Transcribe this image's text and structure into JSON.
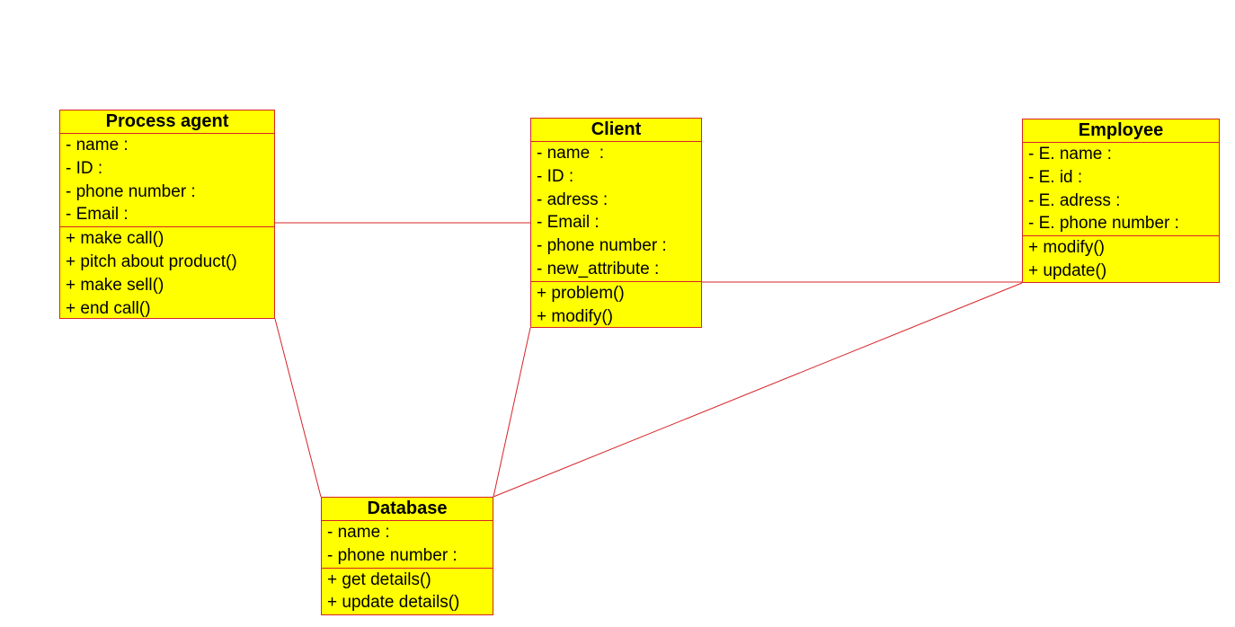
{
  "diagram": {
    "classes": [
      {
        "id": "process-agent",
        "name": "Process agent",
        "attributes": [
          "- name :",
          "- ID :",
          "- phone number :",
          "- Email :"
        ],
        "operations": [
          "+ make call()",
          "+ pitch about product()",
          "+ make sell()",
          "+ end call()"
        ]
      },
      {
        "id": "client",
        "name": "Client",
        "attributes": [
          "- name  :",
          "- ID :",
          "- adress :",
          "- Email :",
          "- phone number :",
          "- new_attribute :"
        ],
        "operations": [
          "+ problem()",
          "+ modify()"
        ]
      },
      {
        "id": "employee",
        "name": "Employee",
        "attributes": [
          "- E. name :",
          "- E. id :",
          "- E. adress :",
          "- E. phone number :"
        ],
        "operations": [
          "+ modify()",
          "+ update()"
        ]
      },
      {
        "id": "database",
        "name": "Database",
        "attributes": [
          "- name :",
          "- phone number :"
        ],
        "operations": [
          "+ get details()",
          "+ update details()"
        ]
      }
    ],
    "associations": [
      {
        "from": "process-agent",
        "to": "client"
      },
      {
        "from": "client",
        "to": "employee"
      },
      {
        "from": "process-agent",
        "to": "database"
      },
      {
        "from": "client",
        "to": "database"
      },
      {
        "from": "employee",
        "to": "database"
      }
    ],
    "colors": {
      "class_fill": "#ffff00",
      "class_border": "#d6242a",
      "association_line": "#d6242a",
      "background": "#ffffff"
    }
  }
}
